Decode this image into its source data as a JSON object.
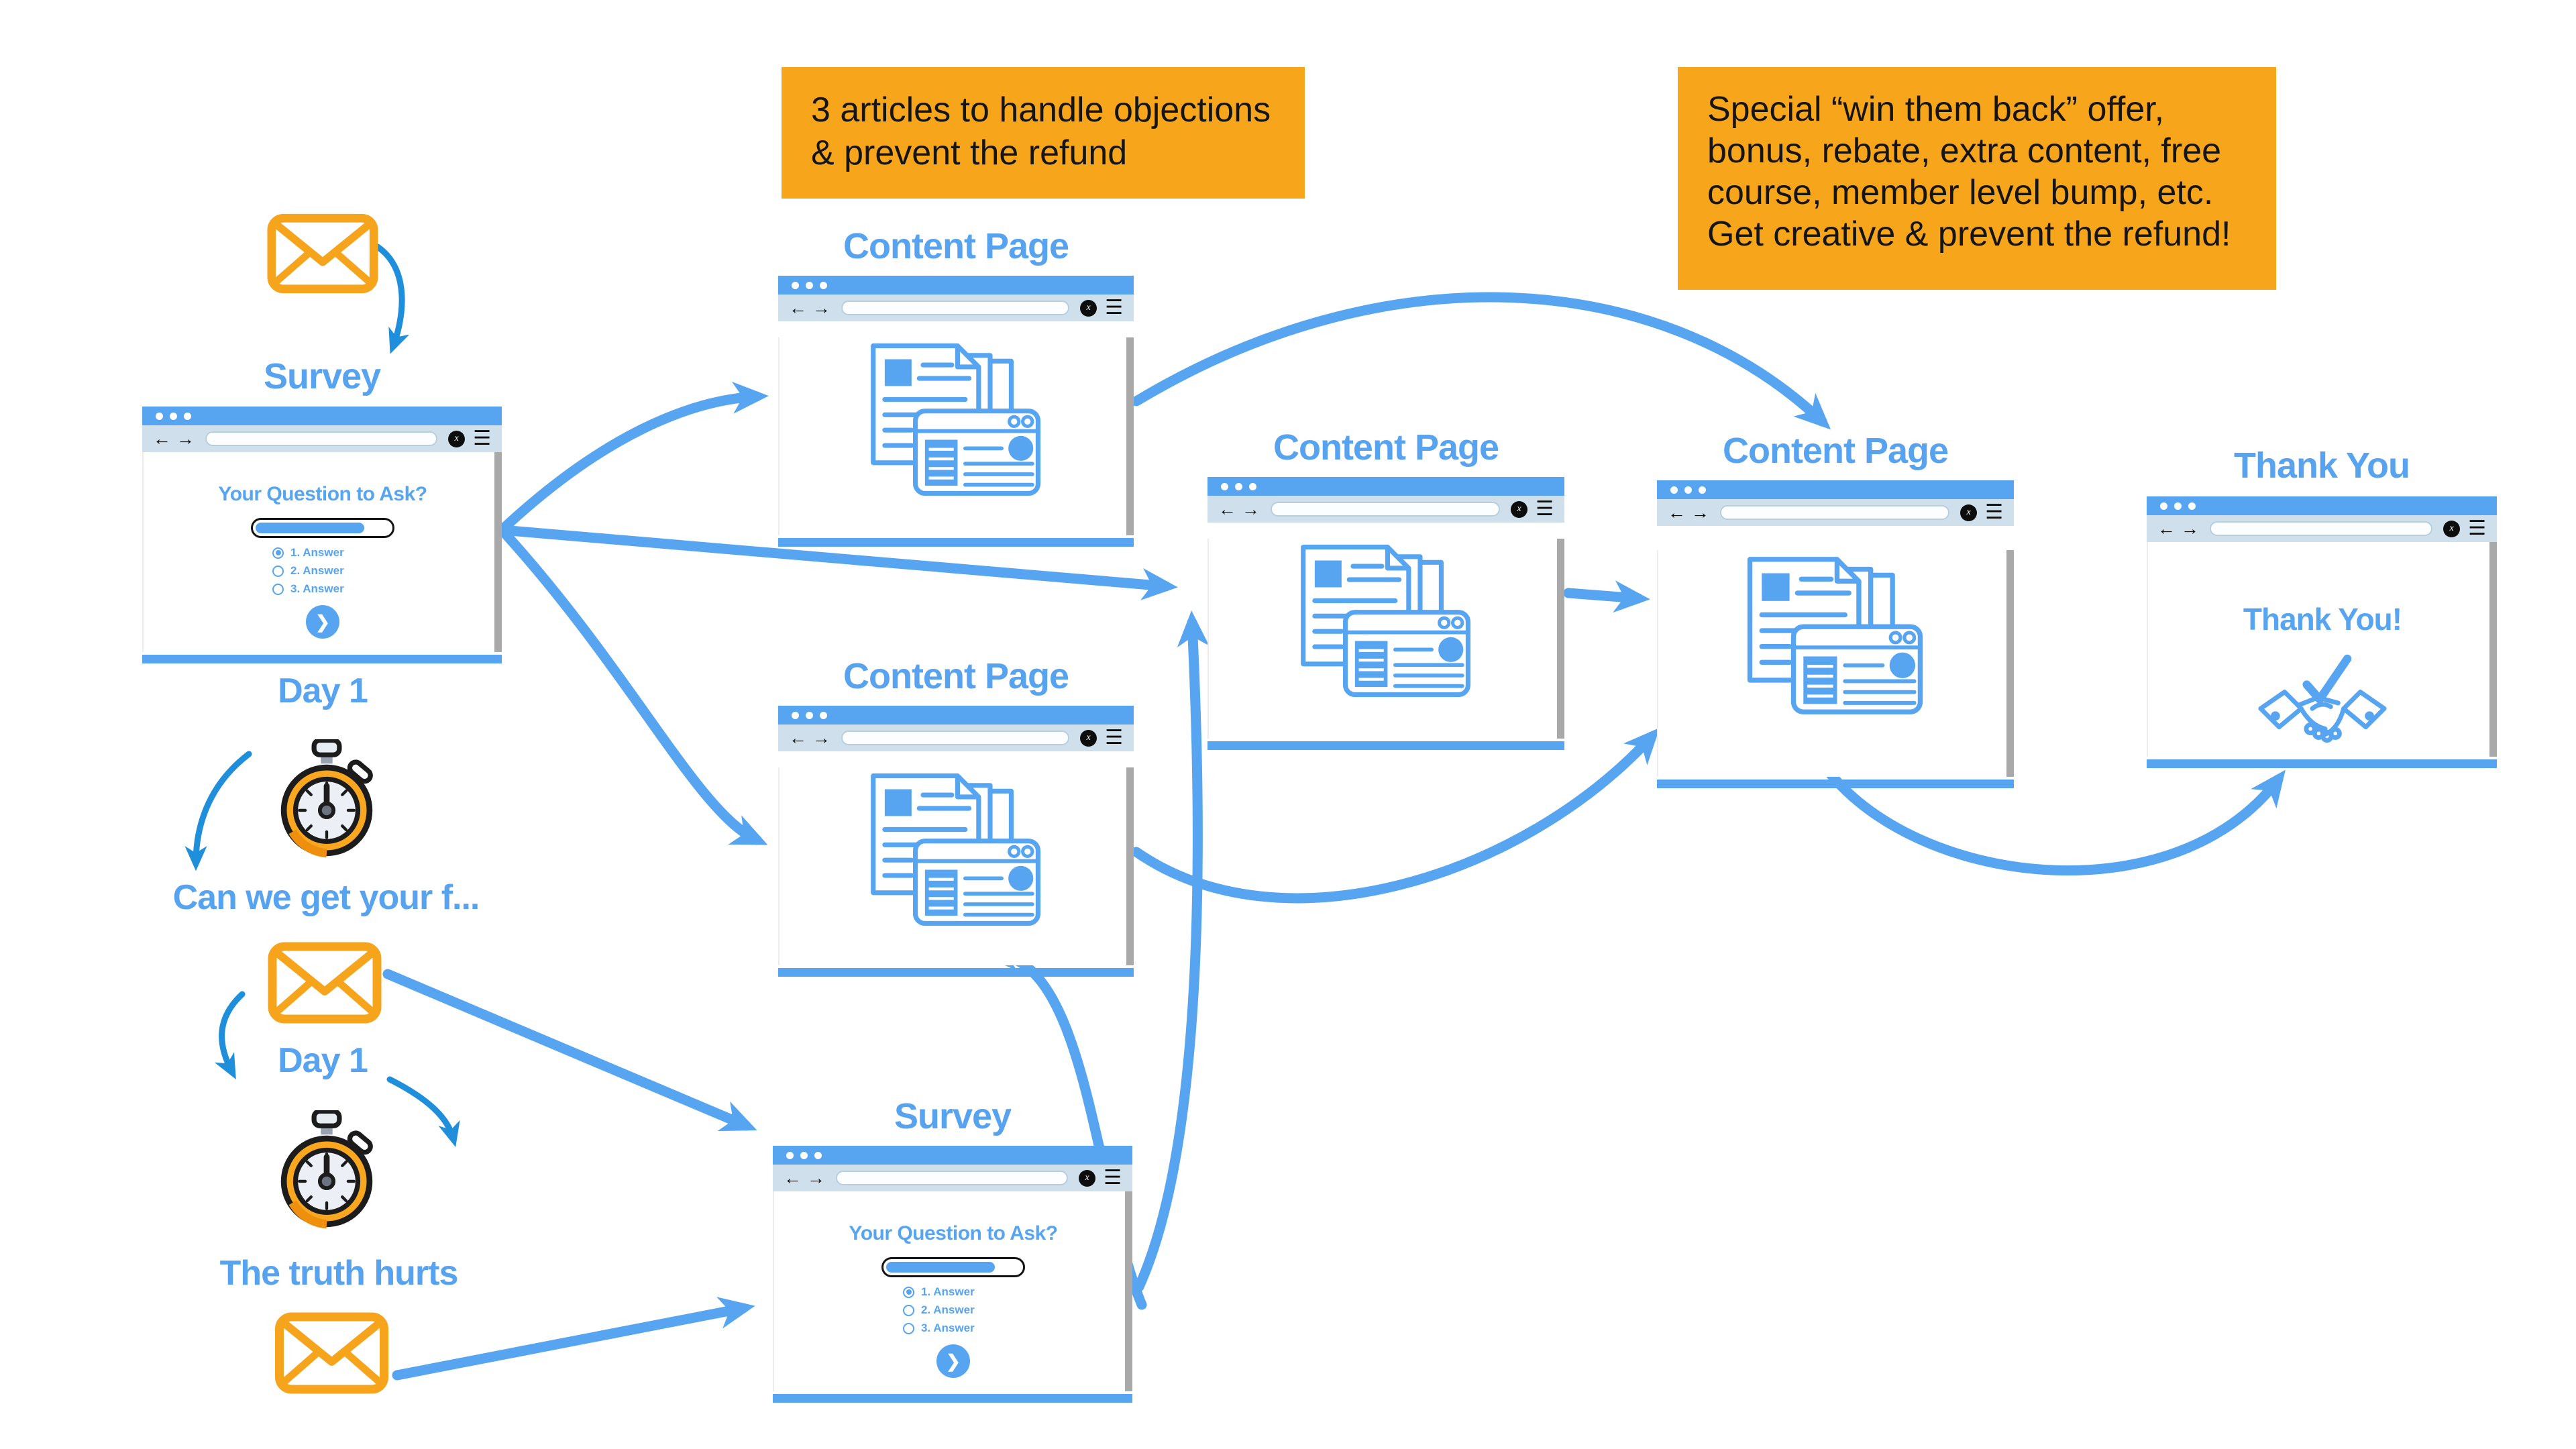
{
  "colors": {
    "arrow_primary": "#57a5f1",
    "arrow_dark": "#1f8fdc",
    "label_blue": "#57a3ef",
    "callout_orange": "#f7a61b",
    "envelope_orange": "#f7a41d",
    "browser_titlebar": "#57a5f1",
    "browser_toolbar": "#cfe0ec",
    "scrollbar_gray": "#a9a9a9",
    "callout_text": "#151515"
  },
  "callouts": {
    "articles": {
      "lines": [
        "3 articles to handle objections",
        "& prevent the refund"
      ]
    },
    "win_back": {
      "lines": [
        "Special “win them back” offer,",
        "bonus, rebate, extra content, free",
        "course, member level bump, etc.",
        "Get creative & prevent the refund!"
      ]
    }
  },
  "timeline": {
    "day_1a": "Day 1",
    "email_caption_1": "Can we get your f...",
    "day_1b": "Day 1",
    "email_caption_2": "The truth hurts"
  },
  "windows": {
    "survey_top": {
      "label": "Survey"
    },
    "content_top": {
      "label": "Content Page"
    },
    "content_mid": {
      "label": "Content Page"
    },
    "content_right": {
      "label": "Content Page"
    },
    "content_far_right": {
      "label": "Content Page"
    },
    "survey_bottom": {
      "label": "Survey"
    },
    "thank_you": {
      "label": "Thank You",
      "heading": "Thank You!"
    }
  },
  "survey_page": {
    "question": "Your Question to Ask?",
    "options": [
      {
        "label": "1. Answer",
        "selected": true
      },
      {
        "label": "2. Answer",
        "selected": false
      },
      {
        "label": "3. Answer",
        "selected": false
      }
    ]
  },
  "icons": {
    "back": "←",
    "forward": "→",
    "menu": "☰",
    "close": "x",
    "next": "❯"
  }
}
